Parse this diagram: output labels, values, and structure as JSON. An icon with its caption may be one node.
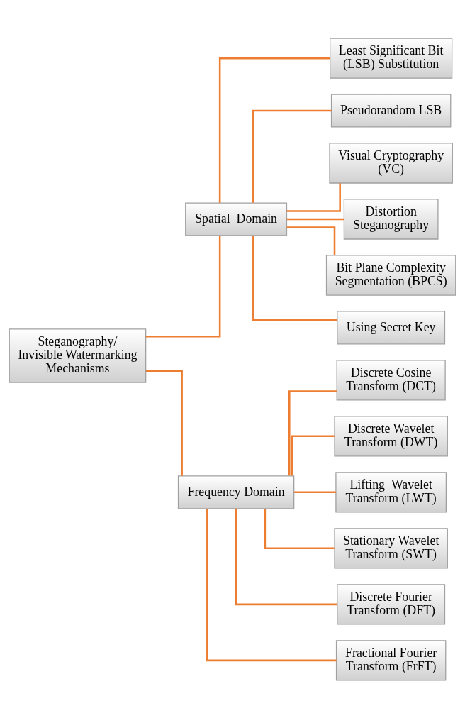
{
  "diagram": {
    "nodes": [
      {
        "text": [
          "Steganography/ Invisible Watermarking Mechanisms"
        ]
      },
      {
        "text": [
          "Spatial  Domain"
        ]
      },
      {
        "text": [
          "Frequency Domain"
        ]
      },
      {
        "text": [
          "Least Significant Bit (LSB) Substitution"
        ]
      },
      {
        "text": [
          "Pseudorandom LSB"
        ]
      },
      {
        "text": [
          "Visual Cryptography (VC)"
        ]
      },
      {
        "text": [
          "Distortion Steganography"
        ]
      },
      {
        "text": [
          "Bit Plane Complexity Segmentation (BPCS)"
        ]
      },
      {
        "text": [
          "Using Secret Key"
        ]
      },
      {
        "text": [
          "Discrete Cosine Transform (DCT)"
        ]
      },
      {
        "text": [
          "Discrete Wavelet Transform (DWT)"
        ]
      },
      {
        "text": [
          "Lifting  Wavelet Transform (LWT)"
        ]
      },
      {
        "text": [
          "Stationary Wavelet Transform (SWT)"
        ]
      },
      {
        "text": [
          "Discrete Fourier Transform (DFT)"
        ]
      },
      {
        "text": [
          "Fractional Fourier Transform (FrFT)"
        ]
      }
    ],
    "edges": [
      {
        "from": 0,
        "to": 1,
        "arrow": "none"
      },
      {
        "from": 0,
        "to": 2,
        "arrow": "none"
      },
      {
        "from": 1,
        "to": 3,
        "arrow": "none"
      },
      {
        "from": 1,
        "to": 4,
        "arrow": "none"
      },
      {
        "from": 1,
        "to": 5,
        "arrow": "none"
      },
      {
        "from": 1,
        "to": 6,
        "arrow": "none"
      },
      {
        "from": 1,
        "to": 7,
        "arrow": "none"
      },
      {
        "from": 1,
        "to": 8,
        "arrow": "none"
      },
      {
        "from": 2,
        "to": 9,
        "arrow": "none"
      },
      {
        "from": 2,
        "to": 10,
        "arrow": "none"
      },
      {
        "from": 2,
        "to": 11,
        "arrow": "none"
      },
      {
        "from": 2,
        "to": 12,
        "arrow": "none"
      },
      {
        "from": 2,
        "to": 13,
        "arrow": "none"
      },
      {
        "from": 2,
        "to": 14,
        "arrow": "none"
      }
    ]
  }
}
